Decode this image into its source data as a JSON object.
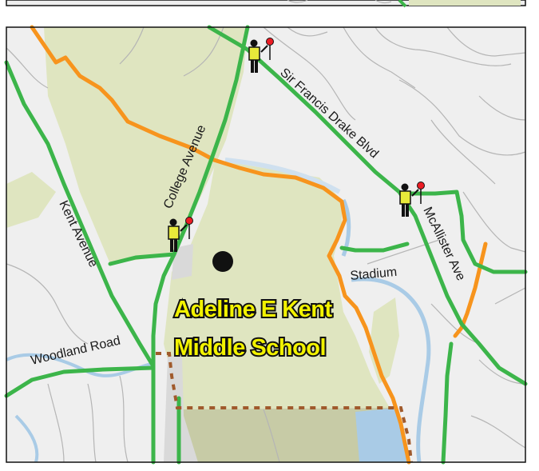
{
  "map": {
    "school_name_line1": "Adeline E Kent",
    "school_name_line2": "Middle School",
    "roads": {
      "sir_francis_drake": "Sir Francis Drake Blvd",
      "college_avenue": "College Avenue",
      "kent_avenue": "Kent Avenue",
      "woodland_road": "Woodland Road",
      "mcallister_ave": "McAllister Ave",
      "stadium": "Stadium"
    },
    "icons": [
      "crossing-guard-icon",
      "school-location-icon"
    ],
    "colors": {
      "green_route": "#3cb54a",
      "orange_route": "#f7941d",
      "boundary_dashed": "#a05a2c",
      "park_fill": "#dfe5c0",
      "water": "#a9cbe6",
      "background": "#efefef",
      "label_yellow": "#f2f200"
    }
  }
}
